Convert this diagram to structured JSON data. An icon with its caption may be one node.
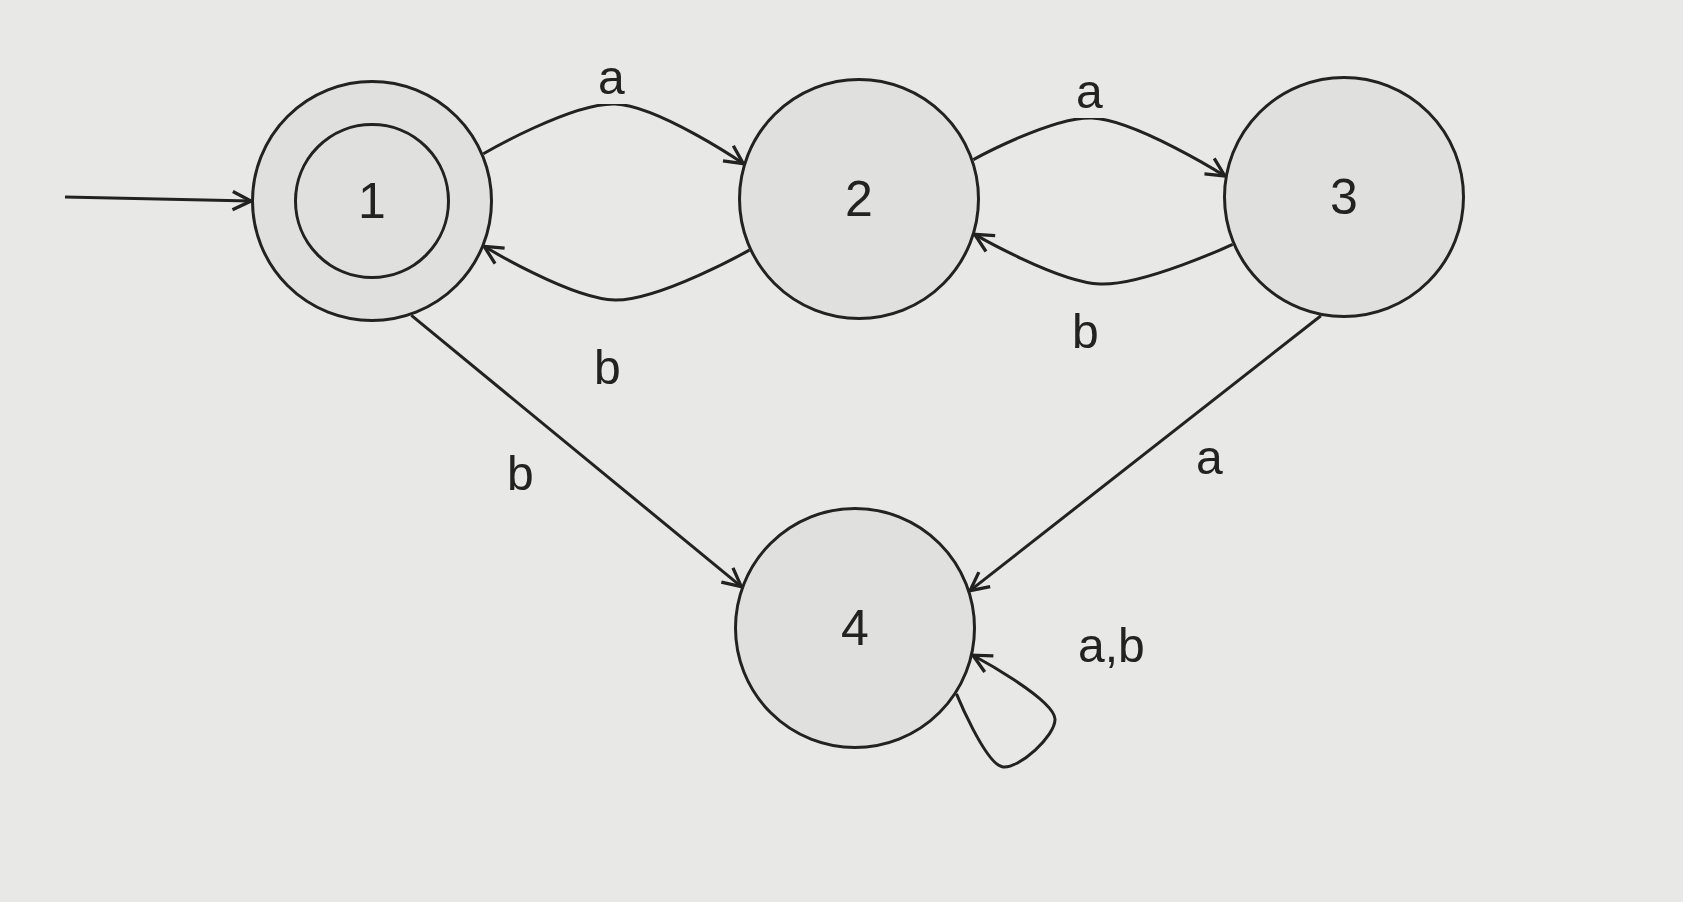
{
  "diagram": {
    "nodes": [
      {
        "text": [
          "1"
        ]
      },
      {
        "text": [
          "2"
        ]
      },
      {
        "text": [
          "3"
        ]
      },
      {
        "text": [
          "4"
        ]
      }
    ],
    "edges": [
      {
        "from": null,
        "to": 0,
        "arrow": "to"
      },
      {
        "from": 0,
        "to": 1,
        "arrow": "to",
        "label": "a"
      },
      {
        "from": 1,
        "to": 0,
        "arrow": "to",
        "label": "b"
      },
      {
        "from": 1,
        "to": 2,
        "arrow": "to",
        "label": "a"
      },
      {
        "from": 2,
        "to": 1,
        "arrow": "to",
        "label": "b"
      },
      {
        "from": 0,
        "to": 3,
        "arrow": "to",
        "label": "b"
      },
      {
        "from": 2,
        "to": 3,
        "arrow": "to",
        "label": "a"
      },
      {
        "from": 3,
        "to": 3,
        "arrow": "to",
        "label": "a,b"
      }
    ]
  }
}
